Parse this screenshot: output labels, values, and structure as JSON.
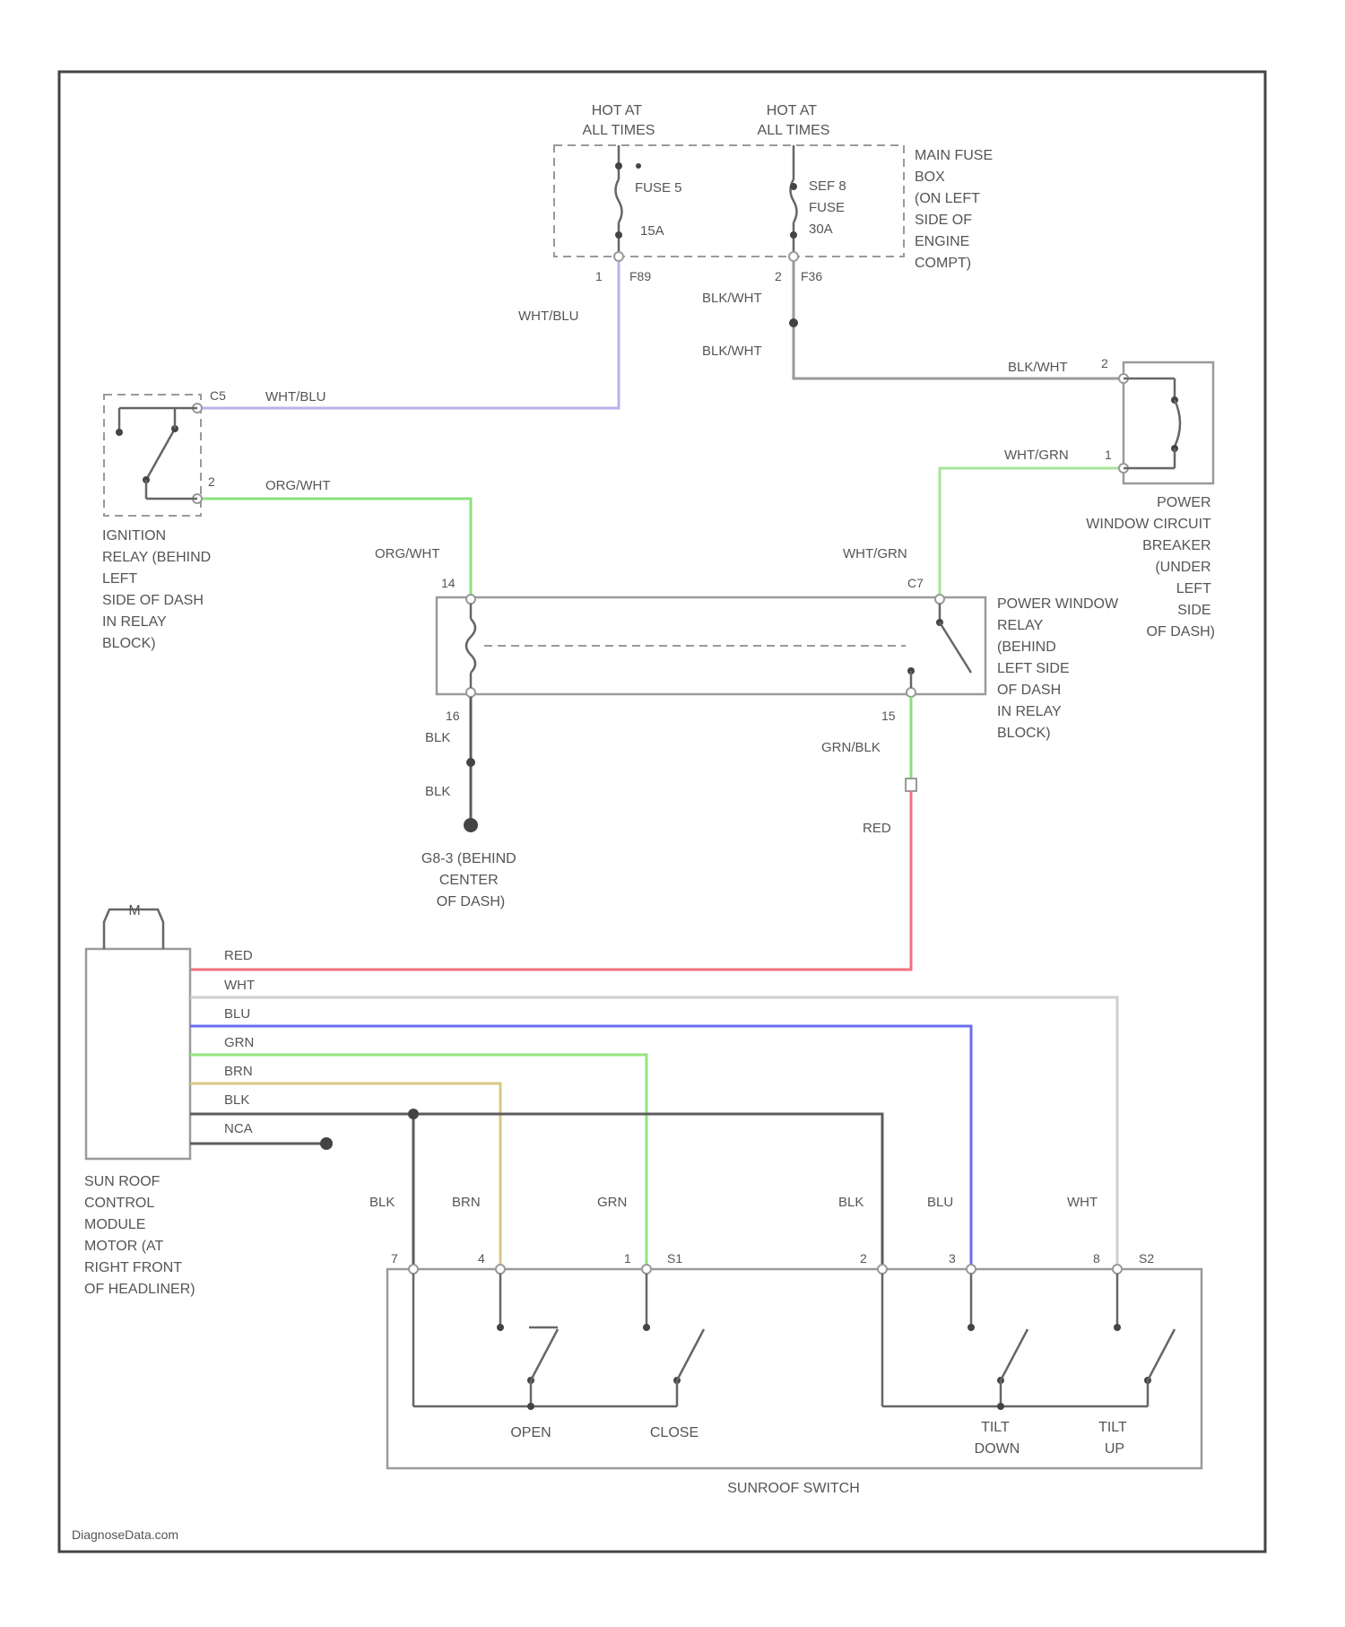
{
  "colors": {
    "wht_blu": "#b6b3ea",
    "org_wht": "#8ee07e",
    "wht_grn": "#a6e39a",
    "grn_blk": "#86e07a",
    "red": "#f2707e",
    "wht": "#cfcfcf",
    "blu": "#6a6df0",
    "grn": "#92e67e",
    "brn": "#d8c888",
    "blk": "#5c5c5c",
    "blk_wht": "#9a9a9a"
  },
  "fuse_box": {
    "hot1": [
      "HOT AT",
      "ALL TIMES"
    ],
    "hot2": [
      "HOT AT",
      "ALL TIMES"
    ],
    "fuse1": [
      "FUSE 5",
      "15A"
    ],
    "fuse2": [
      "SEF 8",
      "FUSE",
      "30A"
    ],
    "label": [
      "MAIN FUSE",
      "BOX",
      "(ON LEFT",
      "SIDE OF",
      "ENGINE",
      "COMPT)"
    ],
    "pin1": "1",
    "conn1": "F89",
    "pin2": "2",
    "conn2": "F36"
  },
  "ignition_relay": {
    "conn": "C5",
    "pin": "2",
    "label": [
      "IGNITION",
      "RELAY (BEHIND",
      "LEFT",
      "SIDE OF DASH",
      "IN RELAY",
      "BLOCK)"
    ]
  },
  "breaker": {
    "pin_top": "2",
    "pin_bottom": "1",
    "label": [
      "POWER",
      "WINDOW CIRCUIT",
      "BREAKER",
      "(UNDER",
      "LEFT",
      "SIDE",
      "OF DASH)"
    ]
  },
  "pw_relay": {
    "pin_tl": "14",
    "conn_tr": "C7",
    "pin_bl": "16",
    "pin_br": "15",
    "label": [
      "POWER WINDOW",
      "RELAY",
      "(BEHIND",
      "LEFT SIDE",
      "OF DASH",
      "IN RELAY",
      "BLOCK)"
    ]
  },
  "ground": {
    "label": [
      "G8-3 (BEHIND",
      "CENTER",
      "OF DASH)"
    ]
  },
  "wires": {
    "wht_blu": "WHT/BLU",
    "org_wht": "ORG/WHT",
    "blk_wht": "BLK/WHT",
    "wht_grn": "WHT/GRN",
    "blk": "BLK",
    "grn_blk": "GRN/BLK",
    "red": "RED",
    "wht": "WHT",
    "blu": "BLU",
    "grn": "GRN",
    "brn": "BRN",
    "nca": "NCA"
  },
  "module": {
    "motor": "M",
    "label": [
      "SUN ROOF",
      "CONTROL",
      "MODULE",
      "MOTOR (AT",
      "RIGHT FRONT",
      "OF HEADLINER)"
    ]
  },
  "sunroof_switch": {
    "pins": [
      "7",
      "4",
      "1",
      "2",
      "3",
      "8"
    ],
    "conn1": "S1",
    "conn2": "S2",
    "open": "OPEN",
    "close": "CLOSE",
    "tilt_down": [
      "TILT",
      "DOWN"
    ],
    "tilt_up": [
      "TILT",
      "UP"
    ],
    "label": "SUNROOF SWITCH"
  },
  "watermark": "DiagnoseData.com"
}
